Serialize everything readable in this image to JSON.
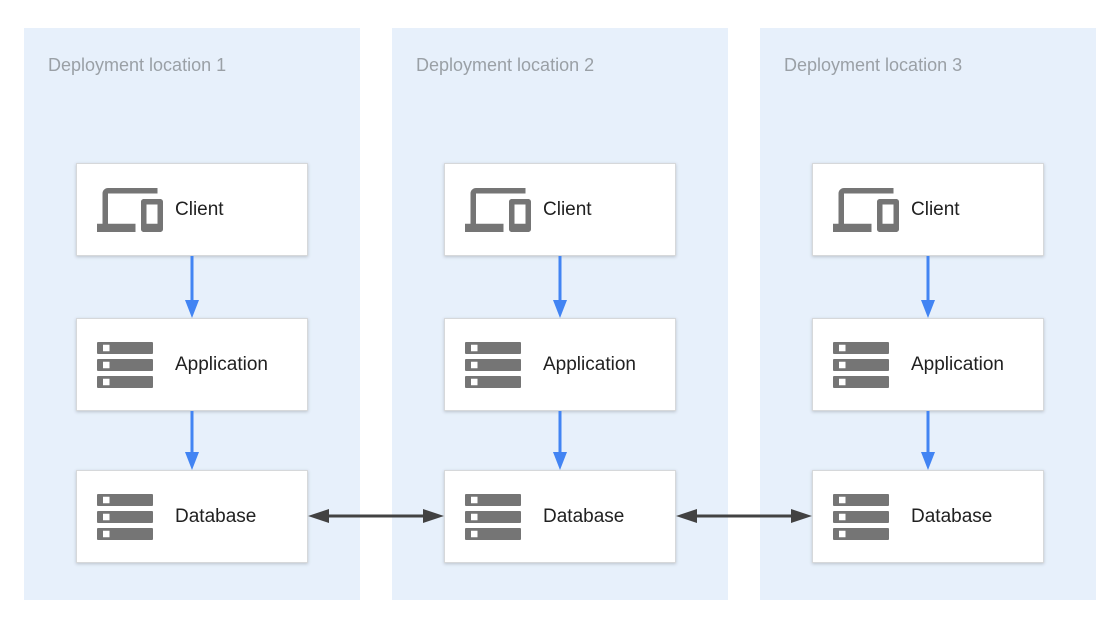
{
  "colors": {
    "zone_fill": "#E7F0FB",
    "node_fill": "#FFFFFF",
    "node_border": "#D6D8DA",
    "icon_gray": "#757575",
    "flow_arrow_blue": "#4284F3",
    "replication_arrow_dark": "#424242",
    "zone_label_gray": "#9AA0A6",
    "node_label_dark": "#212121"
  },
  "diagram": {
    "type": "architecture-diagram",
    "zones": [
      {
        "label": "Deployment location 1",
        "nodes": [
          {
            "icon": "devices-icon",
            "label": "Client"
          },
          {
            "icon": "server-stack-icon",
            "label": "Application"
          },
          {
            "icon": "server-stack-icon",
            "label": "Database"
          }
        ]
      },
      {
        "label": "Deployment location 2",
        "nodes": [
          {
            "icon": "devices-icon",
            "label": "Client"
          },
          {
            "icon": "server-stack-icon",
            "label": "Application"
          },
          {
            "icon": "server-stack-icon",
            "label": "Database"
          }
        ]
      },
      {
        "label": "Deployment location 3",
        "nodes": [
          {
            "icon": "devices-icon",
            "label": "Client"
          },
          {
            "icon": "server-stack-icon",
            "label": "Application"
          },
          {
            "icon": "server-stack-icon",
            "label": "Database"
          }
        ]
      }
    ],
    "flows": [
      {
        "from": "Client",
        "to": "Application",
        "style": "blue-arrow-down",
        "zones": [
          1,
          2,
          3
        ]
      },
      {
        "from": "Application",
        "to": "Database",
        "style": "blue-arrow-down",
        "zones": [
          1,
          2,
          3
        ]
      }
    ],
    "replication_links": [
      {
        "from": "Database (location 1)",
        "to": "Database (location 2)",
        "style": "dark-double-arrow"
      },
      {
        "from": "Database (location 2)",
        "to": "Database (location 3)",
        "style": "dark-double-arrow"
      }
    ]
  }
}
